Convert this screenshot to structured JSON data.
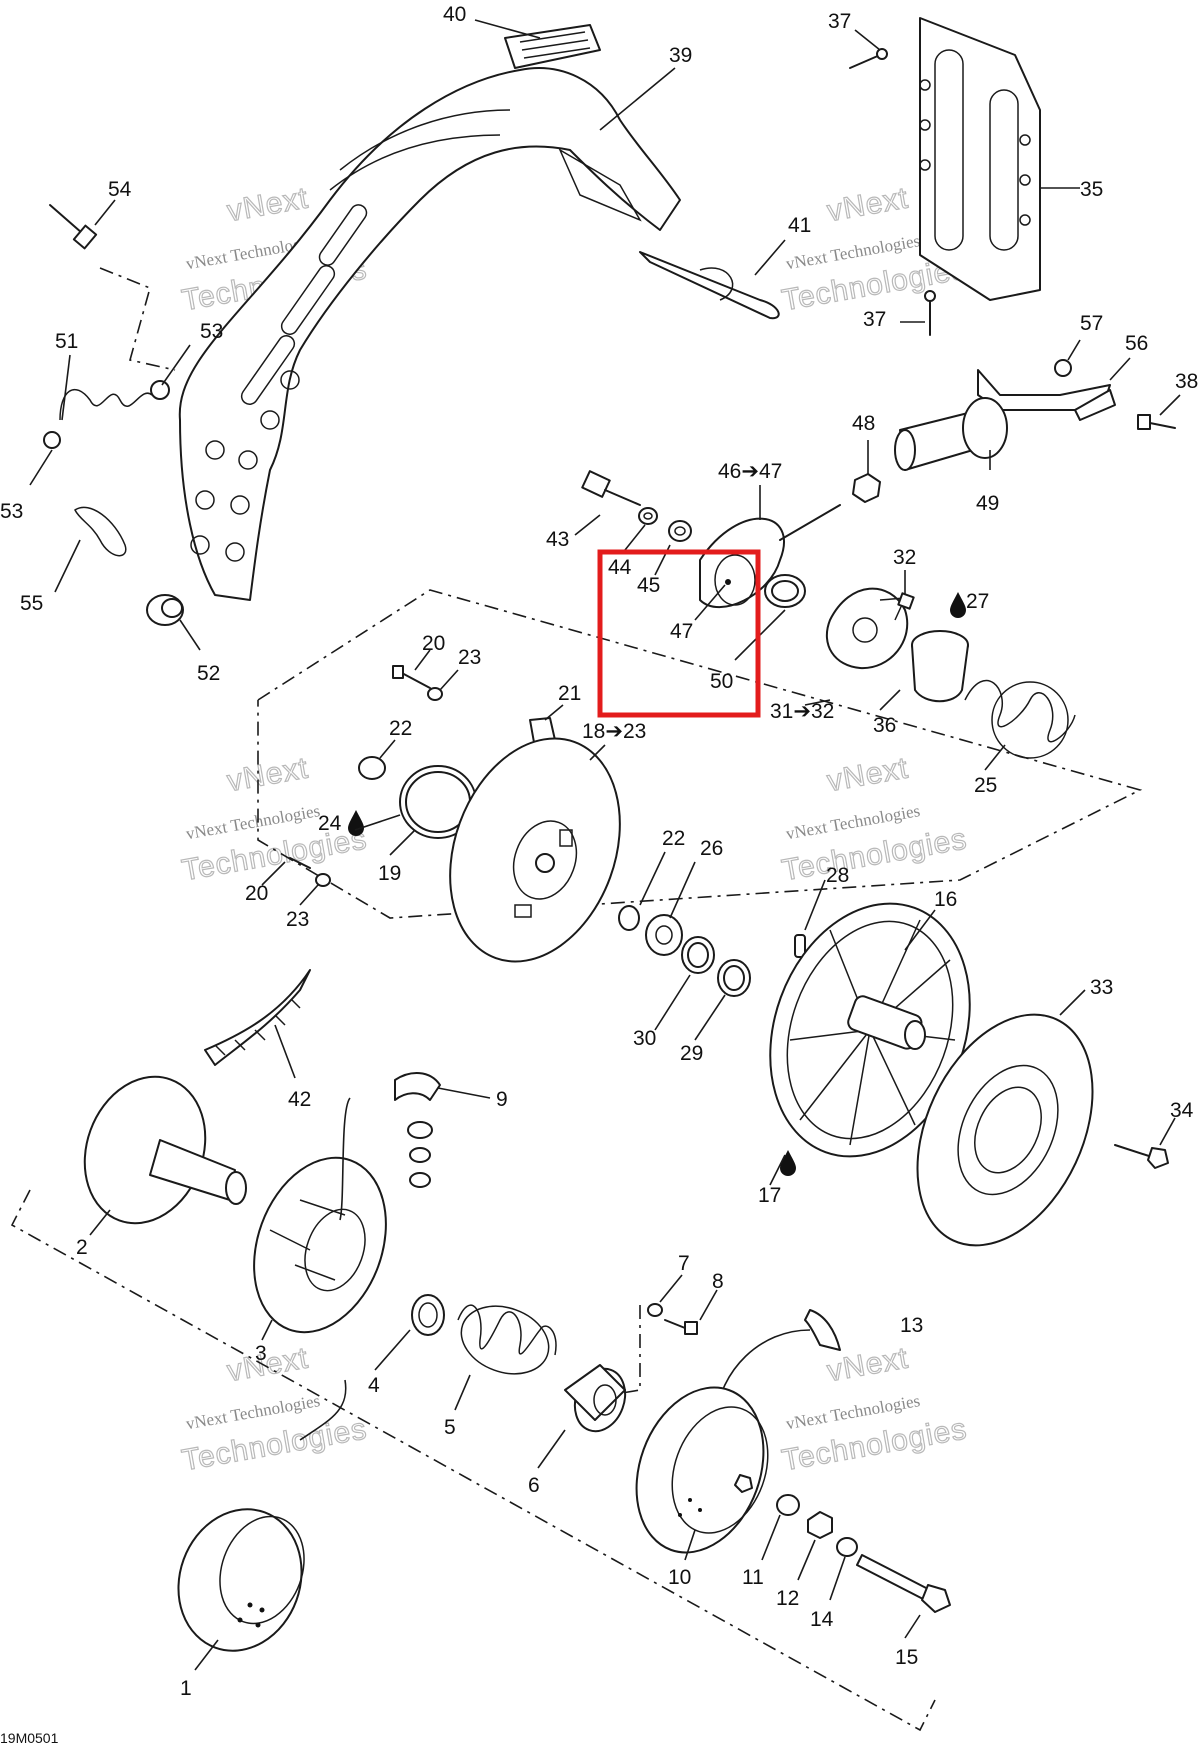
{
  "diagram": {
    "code": "19M0501",
    "highlight_color": "#e31c1c",
    "watermark": {
      "line1": "vNext",
      "line2": "vNext Technologies",
      "line3": "Technologies"
    },
    "callouts": [
      {
        "id": "c40",
        "label": "40"
      },
      {
        "id": "c39",
        "label": "39"
      },
      {
        "id": "c37a",
        "label": "37"
      },
      {
        "id": "c35",
        "label": "35"
      },
      {
        "id": "c54",
        "label": "54"
      },
      {
        "id": "c41",
        "label": "41"
      },
      {
        "id": "c37b",
        "label": "37"
      },
      {
        "id": "c53a",
        "label": "53"
      },
      {
        "id": "c51",
        "label": "51"
      },
      {
        "id": "c57",
        "label": "57"
      },
      {
        "id": "c56",
        "label": "56"
      },
      {
        "id": "c38",
        "label": "38"
      },
      {
        "id": "c48",
        "label": "48"
      },
      {
        "id": "c53b",
        "label": "53"
      },
      {
        "id": "c4647",
        "label": "46➔47"
      },
      {
        "id": "c49",
        "label": "49"
      },
      {
        "id": "c43",
        "label": "43"
      },
      {
        "id": "c44",
        "label": "44"
      },
      {
        "id": "c45",
        "label": "45"
      },
      {
        "id": "c32a",
        "label": "32"
      },
      {
        "id": "c55",
        "label": "55"
      },
      {
        "id": "c27",
        "label": "27"
      },
      {
        "id": "c47",
        "label": "47"
      },
      {
        "id": "c52",
        "label": "52"
      },
      {
        "id": "c20a",
        "label": "20"
      },
      {
        "id": "c23a",
        "label": "23"
      },
      {
        "id": "c50",
        "label": "50"
      },
      {
        "id": "c21",
        "label": "21"
      },
      {
        "id": "c3132",
        "label": "31➔32"
      },
      {
        "id": "c36",
        "label": "36"
      },
      {
        "id": "c1823",
        "label": "18➔23"
      },
      {
        "id": "c22a",
        "label": "22"
      },
      {
        "id": "c25",
        "label": "25"
      },
      {
        "id": "c24",
        "label": "24"
      },
      {
        "id": "c19",
        "label": "19"
      },
      {
        "id": "c22b",
        "label": "22"
      },
      {
        "id": "c26",
        "label": "26"
      },
      {
        "id": "c28",
        "label": "28"
      },
      {
        "id": "c20b",
        "label": "20"
      },
      {
        "id": "c16",
        "label": "16"
      },
      {
        "id": "c23b",
        "label": "23"
      },
      {
        "id": "c33",
        "label": "33"
      },
      {
        "id": "c30",
        "label": "30"
      },
      {
        "id": "c29",
        "label": "29"
      },
      {
        "id": "c42",
        "label": "42"
      },
      {
        "id": "c9",
        "label": "9"
      },
      {
        "id": "c34",
        "label": "34"
      },
      {
        "id": "c17",
        "label": "17"
      },
      {
        "id": "c2",
        "label": "2"
      },
      {
        "id": "c7",
        "label": "7"
      },
      {
        "id": "c8",
        "label": "8"
      },
      {
        "id": "c3",
        "label": "3"
      },
      {
        "id": "c13",
        "label": "13"
      },
      {
        "id": "c4",
        "label": "4"
      },
      {
        "id": "c5",
        "label": "5"
      },
      {
        "id": "c6",
        "label": "6"
      },
      {
        "id": "c10",
        "label": "10"
      },
      {
        "id": "c11",
        "label": "11"
      },
      {
        "id": "c12",
        "label": "12"
      },
      {
        "id": "c14",
        "label": "14"
      },
      {
        "id": "c15",
        "label": "15"
      },
      {
        "id": "c1",
        "label": "1"
      }
    ]
  }
}
